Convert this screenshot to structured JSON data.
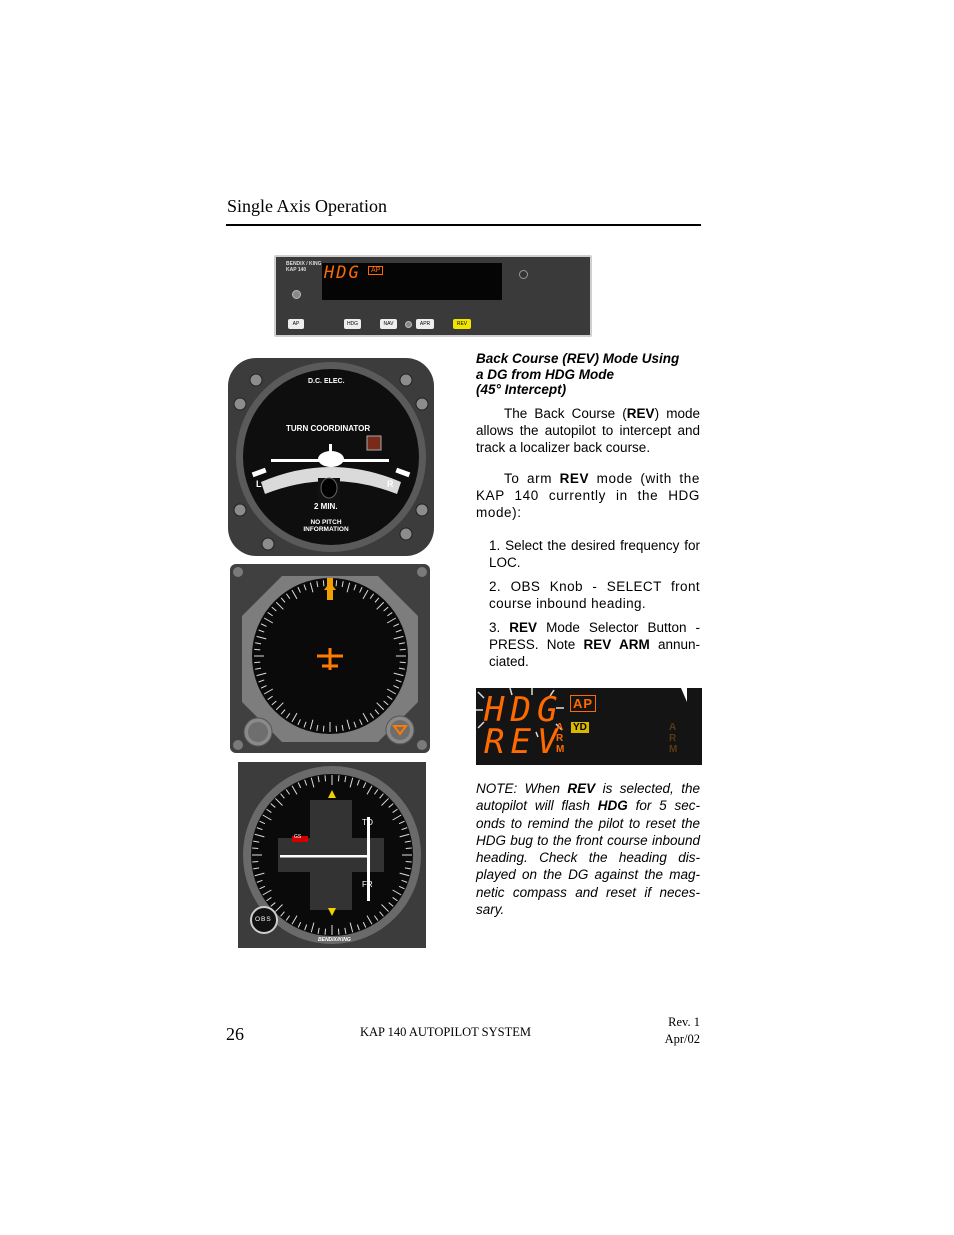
{
  "section_title": "Single Axis Operation",
  "kap_panel": {
    "brand_line1": "BENDIX / KING",
    "brand_line2": "KAP 140",
    "display_mode": "HDG",
    "ap_annunciator": "AP",
    "buttons": [
      "AP",
      "HDG",
      "NAV",
      "APR",
      "REV"
    ],
    "rev_button_color": "#f2e600"
  },
  "turn_coordinator": {
    "top_label": "D.C. ELEC.",
    "title": "TURN COORDINATOR",
    "left": "L",
    "right": "R",
    "bottom_label": "2 MIN.",
    "footer_line1": "NO PITCH",
    "footer_line2": "INFORMATION"
  },
  "cdi": {
    "to_label": "TO",
    "from_label": "FR",
    "flag_label": "GS",
    "knob_label": "OBS",
    "brand": "BENDIX/KING"
  },
  "right_column": {
    "heading_line1": "Back Course (REV)  Mode Using",
    "heading_line2": "a DG from HDG Mode",
    "heading_line3": "(45° Intercept)",
    "p1_a": "The Back Course (",
    "p1_b": "REV",
    "p1_c": ") mode allows the autopilot to intercept and track a localizer back course.",
    "p2_a": "To arm ",
    "p2_b": "REV",
    "p2_c": " mode (with the KAP 140 currently in the HDG mode):",
    "step1": "1. Select the desired frequency for LOC.",
    "step2": "2. OBS Knob - SELECT front course inbound heading.",
    "step3_a": "3. ",
    "step3_b": "REV",
    "step3_c": " Mode Selector Button - PRESS.  Note ",
    "step3_d": "REV ARM",
    "step3_e": " annun-ciated."
  },
  "lcd": {
    "line1": "HDG",
    "line2": "REV",
    "ap": "AP",
    "yd": "YD",
    "arm_a": "A",
    "arm_r": "R",
    "arm_m": "M",
    "edge_a": "A",
    "edge_r": "R",
    "edge_m": "M"
  },
  "note": {
    "a": "NOTE: When ",
    "b": "REV",
    "c": " is selected, the autopilot will flash ",
    "d": "HDG",
    "e": " for 5 sec-onds to remind the pilot to reset the HDG bug to the front course inbound heading. Check the heading dis-played on the DG against the mag-netic compass and reset if neces-sary."
  },
  "footer": {
    "page_number": "26",
    "title": "KAP 140 AUTOPILOT SYSTEM",
    "rev": "Rev. 1",
    "date": "Apr/02"
  }
}
